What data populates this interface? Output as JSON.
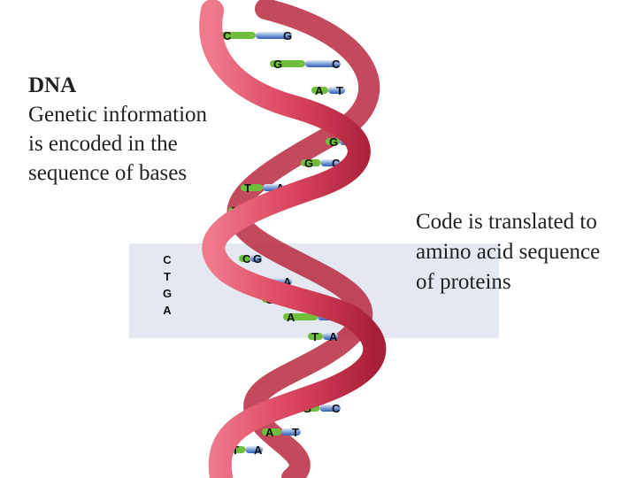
{
  "title": "DNA",
  "description_lines": [
    "Genetic information",
    "is encoded in the",
    "sequence of bases"
  ],
  "caption_lines": [
    "Code is translated to",
    "amino acid sequence",
    "of proteins"
  ],
  "sequence_column": [
    "C",
    "T",
    "G",
    "A"
  ],
  "base_pairs": [
    {
      "left": "C",
      "right": "G"
    },
    {
      "left": "G",
      "right": "C"
    },
    {
      "left": "A",
      "right": "T"
    },
    {
      "left": "G",
      "right": "C"
    },
    {
      "left": "G",
      "right": "C"
    },
    {
      "left": "T",
      "right": "A"
    },
    {
      "left": "T",
      "right": "A"
    },
    {
      "left": "C",
      "right": "G"
    },
    {
      "left": "T",
      "right": "A"
    },
    {
      "left": "G",
      "right": "C"
    },
    {
      "left": "A",
      "right": "T"
    },
    {
      "left": "T",
      "right": "A"
    },
    {
      "left": "G",
      "right": "C"
    },
    {
      "left": "G",
      "right": "C"
    },
    {
      "left": "A",
      "right": "T"
    },
    {
      "left": "T",
      "right": "A"
    }
  ],
  "colors": {
    "strand": "#d9445e",
    "strand_dark": "#a81f38",
    "rung_green": "#6fbf3c",
    "rung_blue": "#2c5fb8",
    "band": "#e4e9f1"
  }
}
